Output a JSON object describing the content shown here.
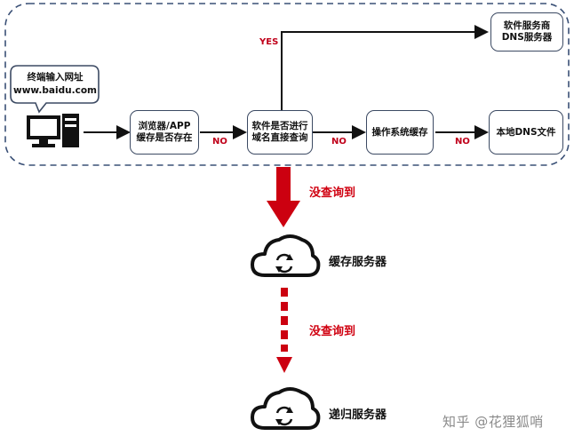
{
  "terminal": {
    "line1": "终端输入网址",
    "line2": "www.baidu.com"
  },
  "nodes": {
    "browser_cache": "浏览器/APP缓存是否存在",
    "software_direct": "软件是否进行域名直接查询",
    "os_cache": "操作系统缓存",
    "local_dns_file": "本地DNS文件",
    "vendor_dns": "软件服务商DNS服务器"
  },
  "edge_labels": {
    "yes": "YES",
    "no": "NO"
  },
  "query_miss": "没查询到",
  "servers": {
    "cache": "缓存服务器",
    "recursive": "递归服务器"
  },
  "watermark": "知乎 @花狸狐哨",
  "colors": {
    "dashed_border": "#3a5076",
    "arrow_red": "#cc0010",
    "box_border": "#3c4a63"
  }
}
